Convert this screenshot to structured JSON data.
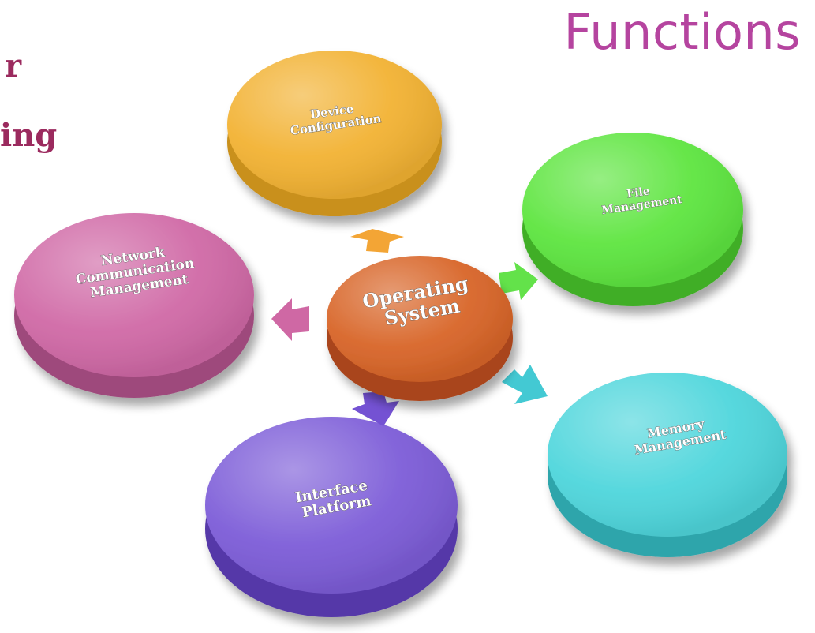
{
  "header": {
    "title": "Functions",
    "left_fragment_line1": "r",
    "left_fragment_line2": "ing"
  },
  "center": {
    "line1": "Operating",
    "line2": "System",
    "color": "#d86528"
  },
  "disks": {
    "device": {
      "line1": "Device",
      "line2": "Configuration",
      "color": "#f2b233"
    },
    "file": {
      "line1": "File",
      "line2": "Management",
      "color": "#5ee540"
    },
    "network": {
      "line1": "Network",
      "line2": "Communication",
      "line3": "Management",
      "color": "#d069a6"
    },
    "memory": {
      "line1": "Memory",
      "line2": "Management",
      "color": "#4fd6dc"
    },
    "interface": {
      "line1": "Interface",
      "line2": "Platform",
      "color": "#7d5dd8"
    }
  },
  "colors": {
    "title": "#b5449f",
    "left_fragment": "#9b2a5e"
  }
}
